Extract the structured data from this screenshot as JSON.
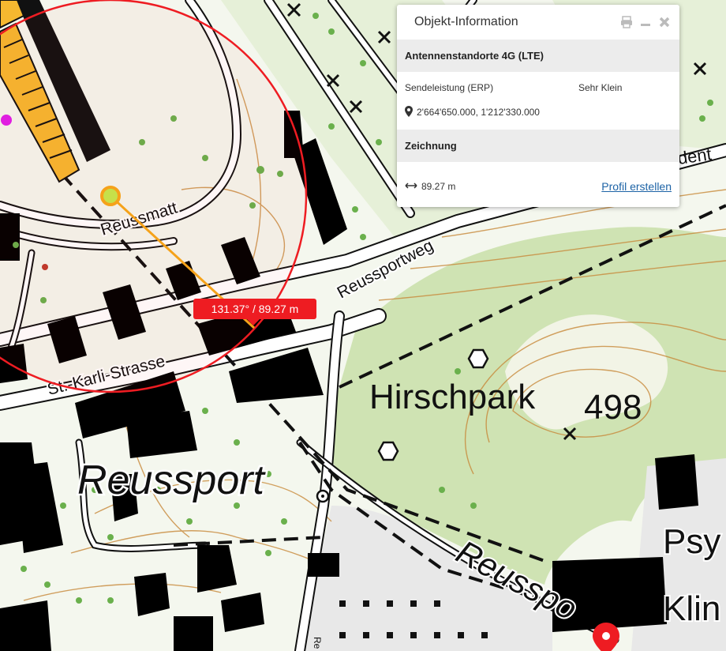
{
  "map": {
    "labels": {
      "hirschpark": "Hirschpark",
      "elevation": "498",
      "reussport": "Reussport",
      "reussmatt": "Reussmatt",
      "reussportweg": "Reussportweg",
      "st_karli_strasse": "St.-Karli-Strasse",
      "reuss_road": "Reusspo",
      "psy": "Psy",
      "klin": "Klin",
      "dent": "dent",
      "small_re": "Re"
    },
    "colors": {
      "forest": "#d6e8bb",
      "meadow": "#f2f6e8",
      "building": "#000000",
      "contour": "#c8893a",
      "measure_line": "#f5a21a",
      "measure_circle": "#ee1c22",
      "tree_dot": "#6ab04c"
    }
  },
  "measurement": {
    "bearing_distance": "131.37° / 89.27 m"
  },
  "popup": {
    "title": "Objekt-Information",
    "print_icon": "print-icon",
    "minimize_icon": "minimize-icon",
    "close_icon": "close-icon",
    "layer_name": "Antennenstandorte 4G (LTE)",
    "attribute_label": "Sendeleistung (ERP)",
    "attribute_value": "Sehr Klein",
    "coordinates": "2'664'650.000, 1'212'330.000",
    "drawing_section": "Zeichnung",
    "distance": "89.27 m",
    "profile_link": "Profil erstellen"
  }
}
